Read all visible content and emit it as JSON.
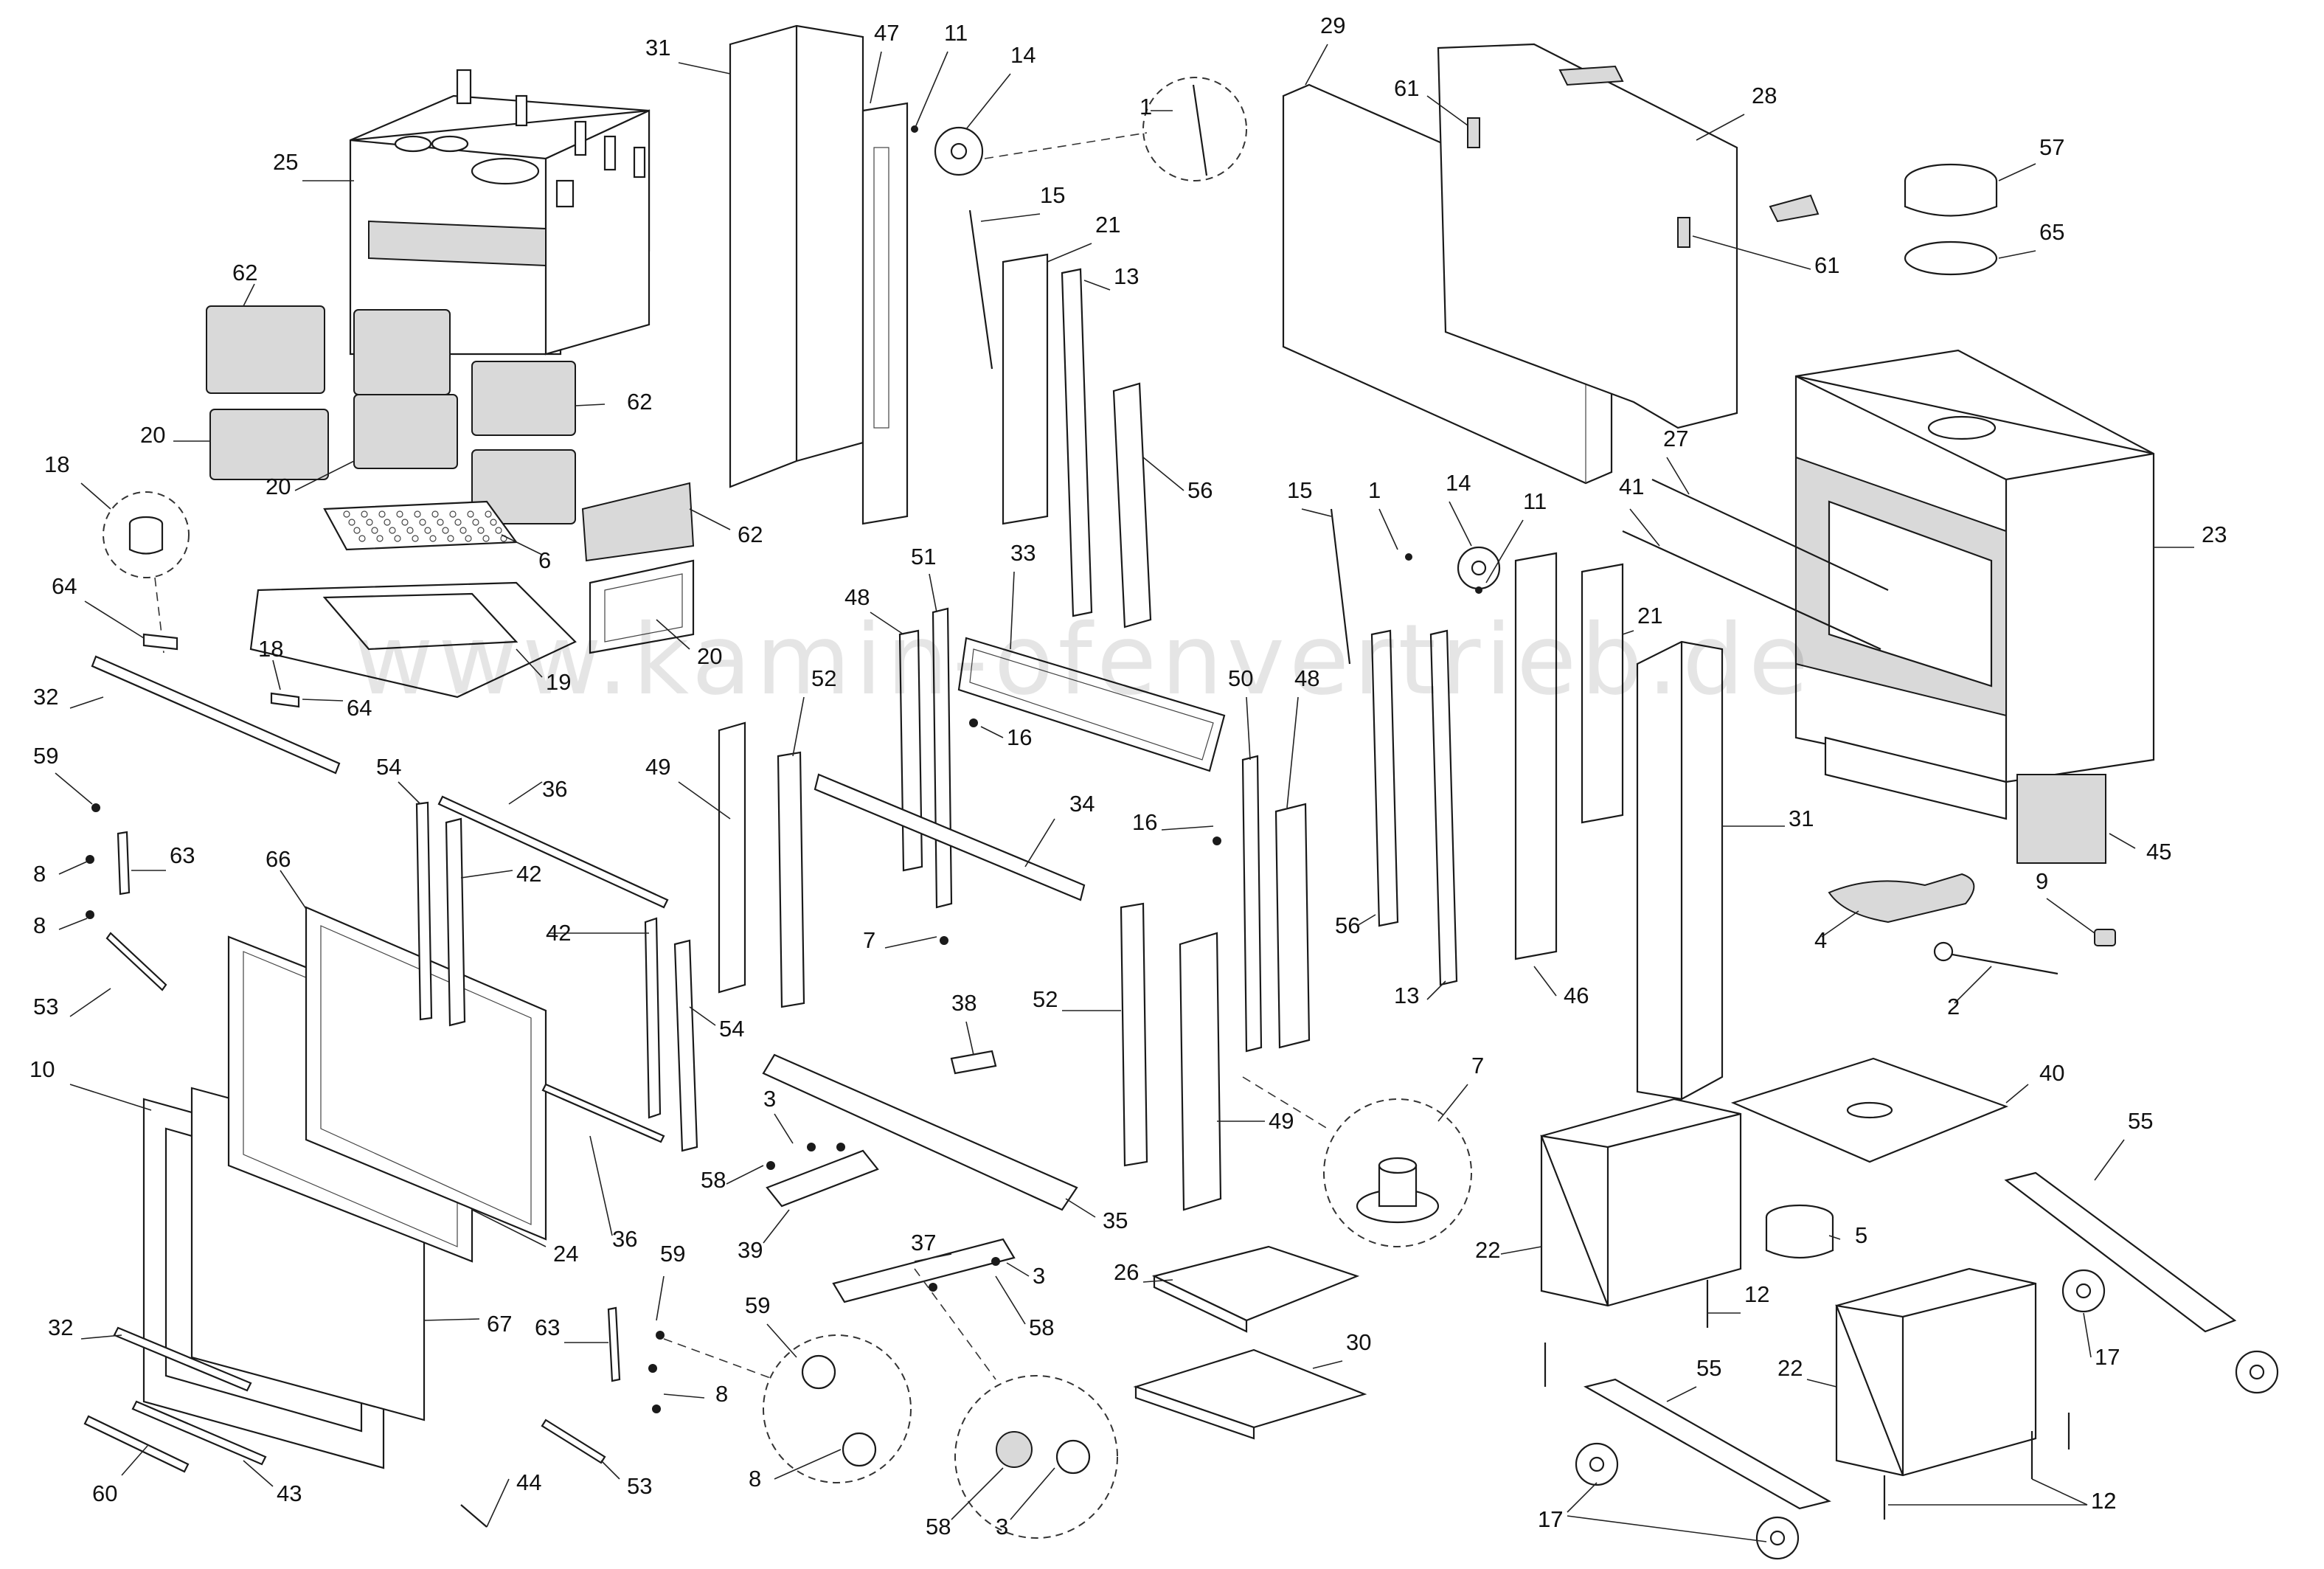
{
  "watermark": "www.kamin-ofenvertrieb.de",
  "callouts": [
    "1",
    "2",
    "3",
    "4",
    "5",
    "6",
    "7",
    "8",
    "9",
    "10",
    "11",
    "12",
    "13",
    "14",
    "15",
    "16",
    "17",
    "18",
    "19",
    "20",
    "21",
    "22",
    "23",
    "24",
    "25",
    "26",
    "27",
    "28",
    "29",
    "30",
    "31",
    "32",
    "33",
    "34",
    "35",
    "36",
    "37",
    "38",
    "39",
    "40",
    "41",
    "42",
    "43",
    "44",
    "45",
    "46",
    "47",
    "48",
    "49",
    "50",
    "51",
    "52",
    "53",
    "54",
    "55",
    "56",
    "57",
    "58",
    "59",
    "60",
    "61",
    "62",
    "63",
    "64",
    "65",
    "66",
    "67"
  ]
}
